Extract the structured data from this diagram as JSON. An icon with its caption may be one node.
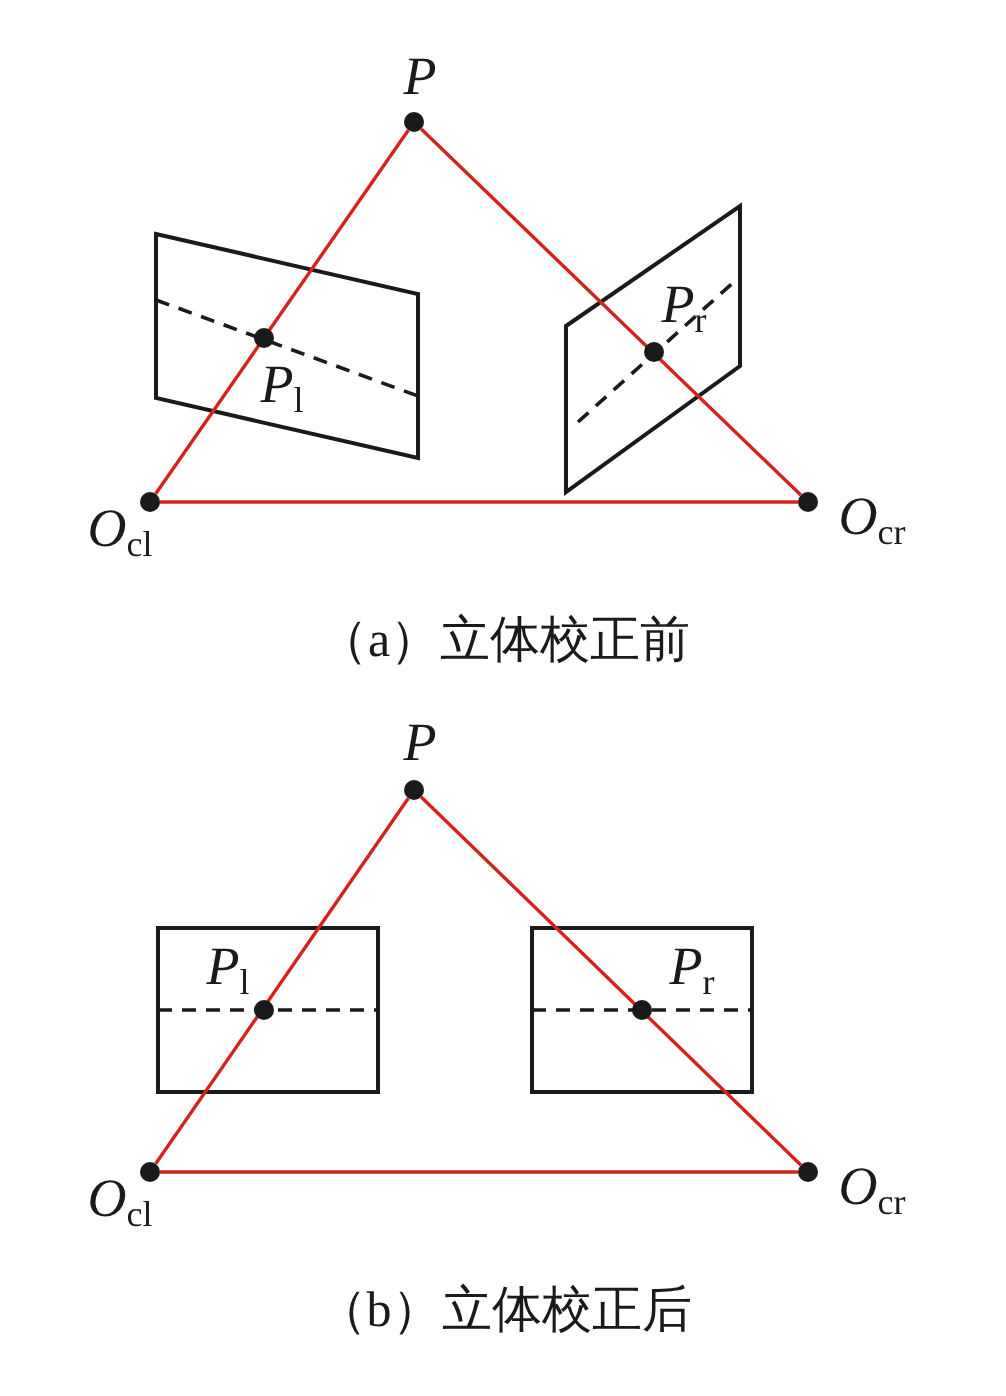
{
  "diagram": {
    "nodes": [
      {
        "text": [
          "P"
        ]
      },
      {
        "text": [],
        "shape": "box"
      },
      {
        "text": [
          "*P*$_{l}$"
        ],
        "in": 1
      },
      {
        "text": [],
        "shape": "box"
      },
      {
        "text": [
          "*P*$_{r}$"
        ],
        "in": 3
      },
      {
        "text": [
          "*O*$_{cl}$"
        ]
      },
      {
        "text": [
          "*O*$_{cr}$"
        ]
      },
      {
        "text": [
          "P"
        ]
      },
      {
        "text": [],
        "shape": "box"
      },
      {
        "text": [
          "*P*$_{l}$"
        ],
        "in": 8
      },
      {
        "text": [],
        "shape": "box"
      },
      {
        "text": [
          "*P*$_{r}$"
        ],
        "in": 10
      },
      {
        "text": [
          "*O*$_{cl}$"
        ]
      },
      {
        "text": [
          "*O*$_{cr}$"
        ]
      }
    ],
    "edges": [
      {
        "from": 5,
        "to": 0,
        "arrow": "none"
      },
      {
        "from": 0,
        "to": 6,
        "arrow": "none"
      },
      {
        "from": 5,
        "to": 6,
        "arrow": "none"
      },
      {
        "from": 12,
        "to": 7,
        "arrow": "none"
      },
      {
        "from": 7,
        "to": 13,
        "arrow": "none"
      },
      {
        "from": 12,
        "to": 13,
        "arrow": "none"
      }
    ],
    "labels": [
      "（a）立体校正前",
      "（b）立体校正后"
    ]
  }
}
